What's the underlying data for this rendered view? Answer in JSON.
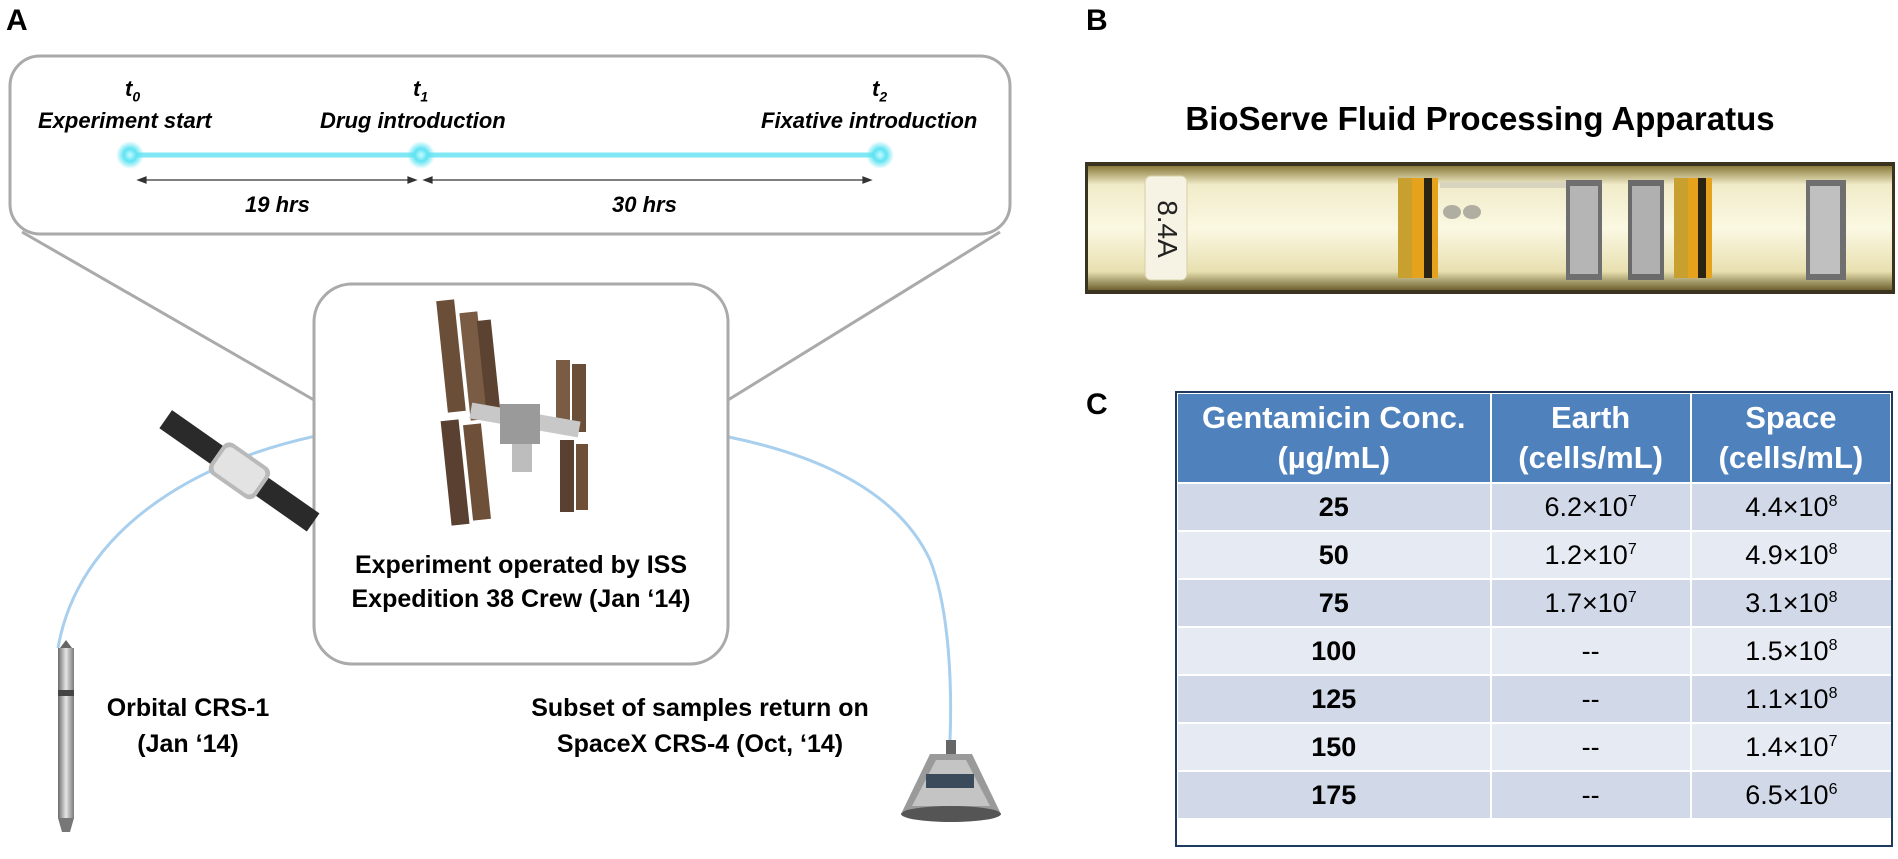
{
  "panels": {
    "a": "A",
    "b": "B",
    "c": "C"
  },
  "timeline": {
    "points": [
      {
        "sym": "t",
        "sub": "0",
        "label": "Experiment start"
      },
      {
        "sym": "t",
        "sub": "1",
        "label": "Drug introduction"
      },
      {
        "sym": "t",
        "sub": "2",
        "label": "Fixative introduction"
      }
    ],
    "durations": [
      "19 hrs",
      "30 hrs"
    ]
  },
  "iss_caption": [
    "Experiment operated by ISS",
    "Expedition 38 Crew (Jan ‘14)"
  ],
  "launch_caption": [
    "Orbital CRS-1",
    "(Jan ‘14)"
  ],
  "return_caption": [
    "Subset of samples return on",
    "SpaceX CRS-4 (Oct, ‘14)"
  ],
  "fpa": {
    "title": "BioServe Fluid Processing Apparatus",
    "tube_label": "8.4A"
  },
  "table": {
    "headers": [
      [
        "Gentamicin Conc.",
        "(µg/mL)"
      ],
      [
        "Earth",
        "(cells/mL)"
      ],
      [
        "Space",
        "(cells/mL)"
      ]
    ],
    "rows": [
      {
        "conc": "25",
        "earth": "6.2×10",
        "earth_exp": "7",
        "space": "4.4×10",
        "space_exp": "8"
      },
      {
        "conc": "50",
        "earth": "1.2×10",
        "earth_exp": "7",
        "space": "4.9×10",
        "space_exp": "8"
      },
      {
        "conc": "75",
        "earth": "1.7×10",
        "earth_exp": "7",
        "space": "3.1×10",
        "space_exp": "8"
      },
      {
        "conc": "100",
        "earth": "--",
        "earth_exp": "",
        "space": "1.5×10",
        "space_exp": "8"
      },
      {
        "conc": "125",
        "earth": "--",
        "earth_exp": "",
        "space": "1.1×10",
        "space_exp": "8"
      },
      {
        "conc": "150",
        "earth": "--",
        "earth_exp": "",
        "space": "1.4×10",
        "space_exp": "7"
      },
      {
        "conc": "175",
        "earth": "--",
        "earth_exp": "",
        "space": "6.5×10",
        "space_exp": "6"
      }
    ]
  },
  "colors": {
    "header_blue": "#4f81bd",
    "timeline_cyan": "#7fe8f4",
    "orbit_blue": "#a8cfee"
  }
}
